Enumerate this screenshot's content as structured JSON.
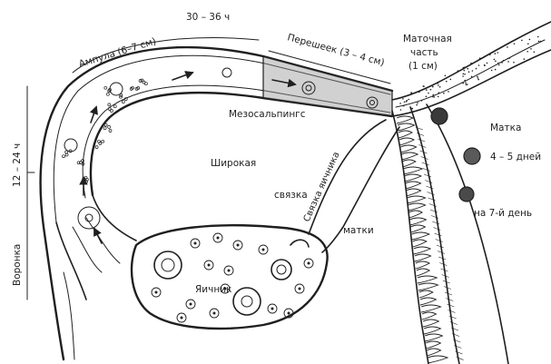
{
  "colors": {
    "ink": "#1f1f1f",
    "paper": "#ffffff",
    "shade": "#6a6a6a"
  },
  "labels": {
    "ampulla": "Ампула (6–7 см)",
    "time_30_36": "30 – 36 ч",
    "isthmus": "Перешеек (3 – 4 см)",
    "uterine_part_1": "Маточная",
    "uterine_part_2": "часть",
    "uterine_part_3": "(1 см)",
    "mesosalpinx": "Мезосальпингс",
    "uterus": "Матка",
    "days_4_5": "4 – 5 дней",
    "day_7": "на 7-й день",
    "broad_1": "Широкая",
    "broad_2": "связка",
    "broad_3": "матки",
    "ovarian_ligament": "Связка яичника",
    "time_12_24": "12 – 24 ч",
    "infundibulum": "Воронка",
    "ovary": "Яичник"
  }
}
